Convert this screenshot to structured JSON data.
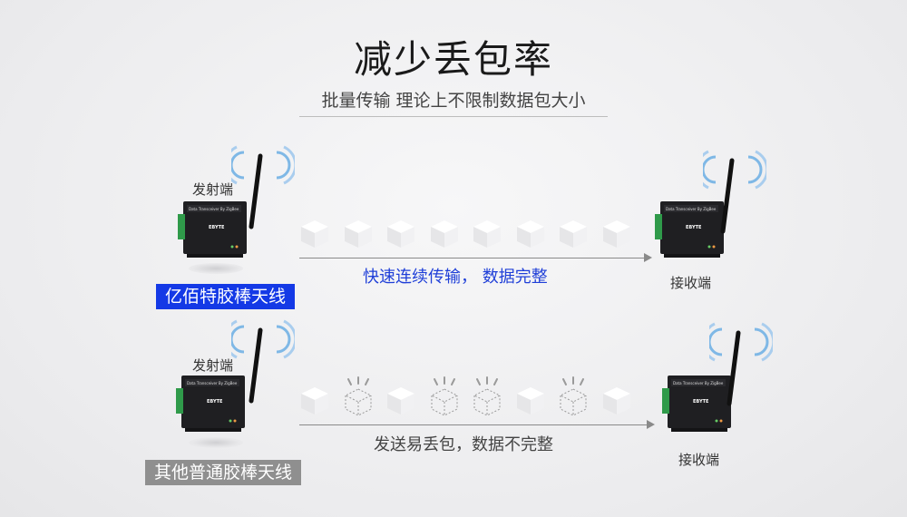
{
  "title": "减少丢包率",
  "subtitle": "批量传输 理论上不限制数据包大小",
  "device_text": "Data Transceiver By ZigBee",
  "device_brand": "EBYTE",
  "rows": [
    {
      "sender_label": "发射端",
      "receiver_label": "接收端",
      "antenna_tag": "亿佰特胶棒天线",
      "caption": "快速连续传输， 数据完整",
      "packets": [
        "solid",
        "solid",
        "solid",
        "solid",
        "solid",
        "solid",
        "solid",
        "solid"
      ]
    },
    {
      "sender_label": "发射端",
      "receiver_label": "接收端",
      "antenna_tag": "其他普通胶棒天线",
      "caption": "发送易丢包，数据不完整",
      "packets": [
        "solid",
        "lost",
        "solid",
        "lost",
        "lost",
        "solid",
        "lost",
        "solid"
      ]
    }
  ],
  "colors": {
    "accent_blue": "#1439e6",
    "caption_blue": "#1f3fd8",
    "tag_gray": "#8f8f8f",
    "signal_blue": "#7fb8e6"
  }
}
